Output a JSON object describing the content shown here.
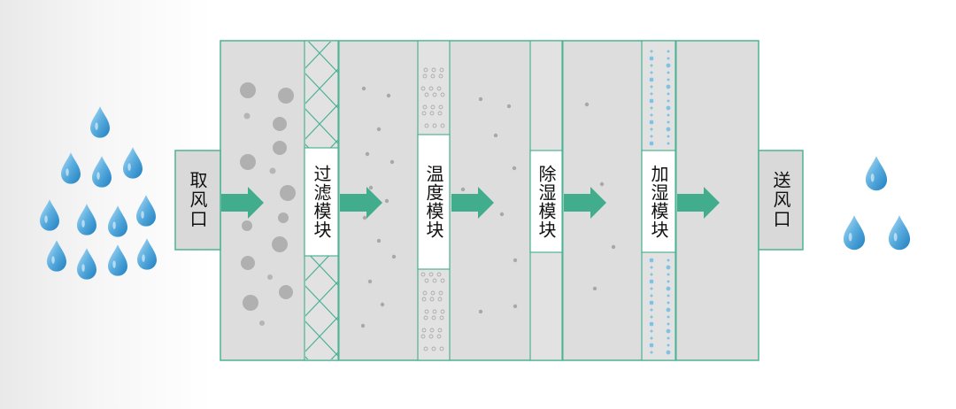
{
  "colors": {
    "frame": "#4db394",
    "panel": "#dddddd",
    "arrow": "#41ad8c",
    "particle": "#a8a8a8",
    "drop": "#3f98d4",
    "mist": "#7ec3e6"
  },
  "intake": {
    "label": "取风口"
  },
  "outlet": {
    "label": "送风口"
  },
  "modules": [
    {
      "label": "过滤模块"
    },
    {
      "label": "温度模块"
    },
    {
      "label": "除湿模块"
    },
    {
      "label": "加湿模块"
    }
  ],
  "icons": [
    "water-drop-icon",
    "airflow-arrow-icon",
    "particle-dot-icon"
  ]
}
